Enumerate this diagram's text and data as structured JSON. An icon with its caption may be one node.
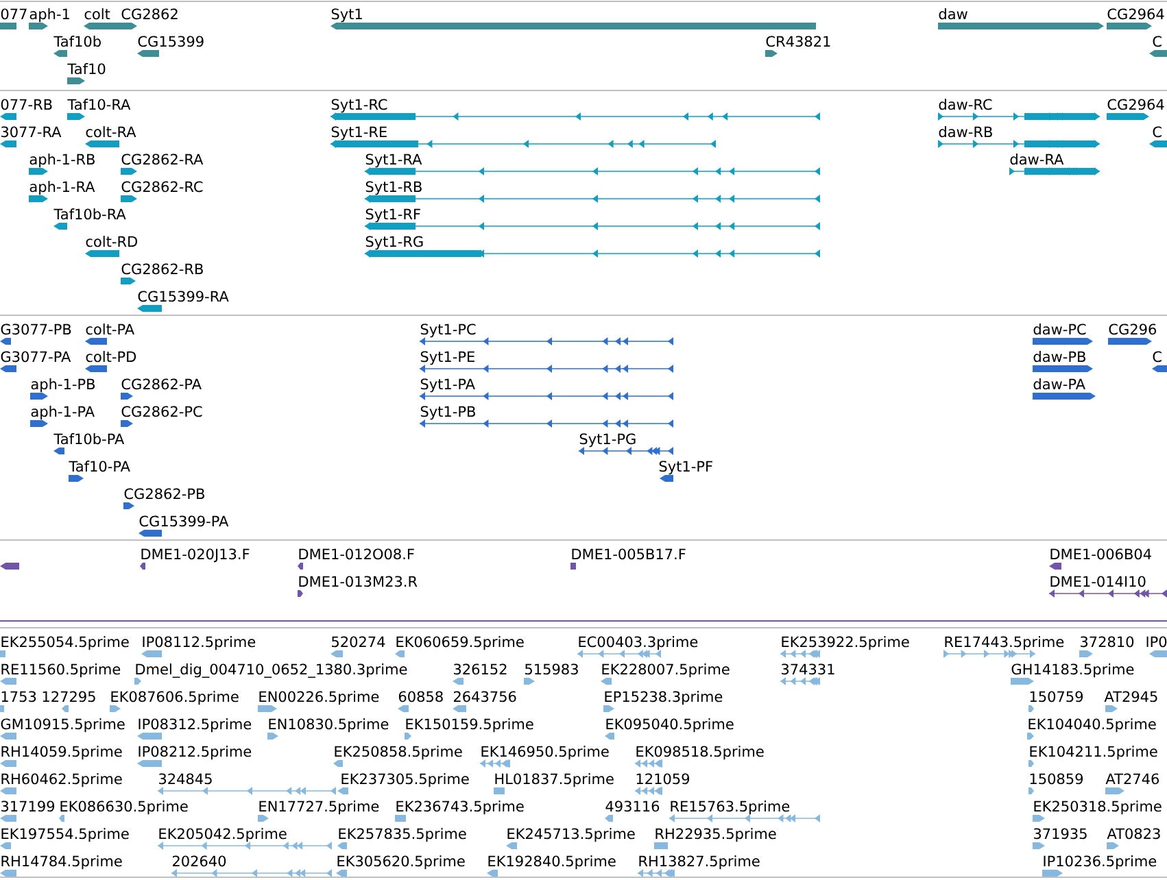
{
  "diagram": {
    "labels": [
      "077",
      "aph-1",
      "colt",
      "CG2862",
      "Syt1",
      "daw",
      "CG2964",
      "Taf10b",
      "CG15399",
      "CR43821",
      "C",
      "Taf10",
      "077-RB",
      "Taf10-RA",
      "Syt1-RC",
      "daw-RC",
      "CG2964",
      "3077-RA",
      "colt-RA",
      "Syt1-RE",
      "daw-RB",
      "C",
      "aph-1-RB",
      "CG2862-RA",
      "Syt1-RA",
      "daw-RA",
      "aph-1-RA",
      "CG2862-RC",
      "Syt1-RB",
      "Taf10b-RA",
      "Syt1-RF",
      "colt-RD",
      "Syt1-RG",
      "CG2862-RB",
      "CG15399-RA",
      "G3077-PB",
      "colt-PA",
      "Syt1-PC",
      "daw-PC",
      "CG296",
      "G3077-PA",
      "colt-PD",
      "Syt1-PE",
      "daw-PB",
      "C",
      "aph-1-PB",
      "CG2862-PA",
      "Syt1-PA",
      "daw-PA",
      "aph-1-PA",
      "CG2862-PC",
      "Syt1-PB",
      "Taf10b-PA",
      "Syt1-PG",
      "Taf10-PA",
      "Syt1-PF",
      "CG2862-PB",
      "CG15399-PA",
      "DME1-020J13.F",
      "DME1-012O08.F",
      "DME1-005B17.F",
      "DME1-006B04",
      "DME1-013M23.R",
      "DME1-014I10",
      "EK255054.5prime",
      "IP08112.5prime",
      "520274",
      "EK060659.5prime",
      "EC00403.3prime",
      "EK253922.5prime",
      "RE17443.5prime",
      "372810",
      "IP0",
      "RE11560.5prime",
      "Dmel_dig_004710_0652_1380.3prime",
      "326152",
      "515983",
      "EK228007.5prime",
      "374331",
      "GH14183.5prime",
      "1753",
      "127295",
      "EK087606.5prime",
      "EN00226.5prime",
      "60858",
      "2643756",
      "EP15238.3prime",
      "150759",
      "AT2945",
      "GM10915.5prime",
      "IP08312.5prime",
      "EN10830.5prime",
      "EK150159.5prime",
      "EK095040.5prime",
      "EK104040.5prime",
      "RH14059.5prime",
      "IP08212.5prime",
      "EK250858.5prime",
      "EK146950.5prime",
      "EK098518.5prime",
      "EK104211.5prime",
      "RH60462.5prime",
      "324845",
      "EK237305.5prime",
      "HL01837.5prime",
      "121059",
      "150859",
      "AT2746",
      "317199",
      "EK086630.5prime",
      "EN17727.5prime",
      "EK236743.5prime",
      "493116",
      "RE15763.5prime",
      "EK250318.5prime",
      "EK197554.5prime",
      "EK205042.5prime",
      "EK257835.5prime",
      "EK245713.5prime",
      "RH22935.5prime",
      "371935",
      "AT0823",
      "RH14784.5prime",
      "202640",
      "EK305620.5prime",
      "EK192840.5prime",
      "RH13827.5prime",
      "IP10236.5prime"
    ]
  }
}
